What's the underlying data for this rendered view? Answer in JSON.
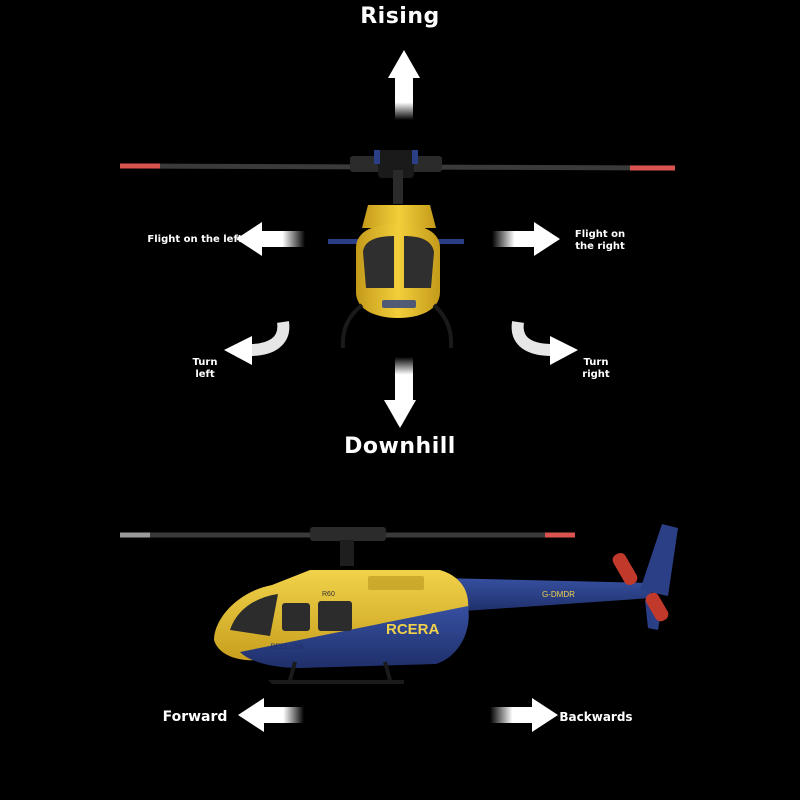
{
  "labels": {
    "rising": "Rising",
    "downhill": "Downhill",
    "flight_left": "Flight on the left",
    "flight_right": "Flight on\nthe right",
    "turn_left": "Turn\nleft",
    "turn_right": "Turn\nright",
    "forward": "Forward",
    "backwards": "Backwards"
  },
  "heli_side": {
    "brand": "RCERA",
    "model_badge": "BELL-206",
    "registration": "G-DMDR",
    "series_mark": "R60"
  },
  "colors": {
    "background": "#000000",
    "body_yellow": "#e6c02a",
    "body_blue": "#2a3f86",
    "rotor_tip": "#d9534f",
    "text": "#ffffff"
  }
}
